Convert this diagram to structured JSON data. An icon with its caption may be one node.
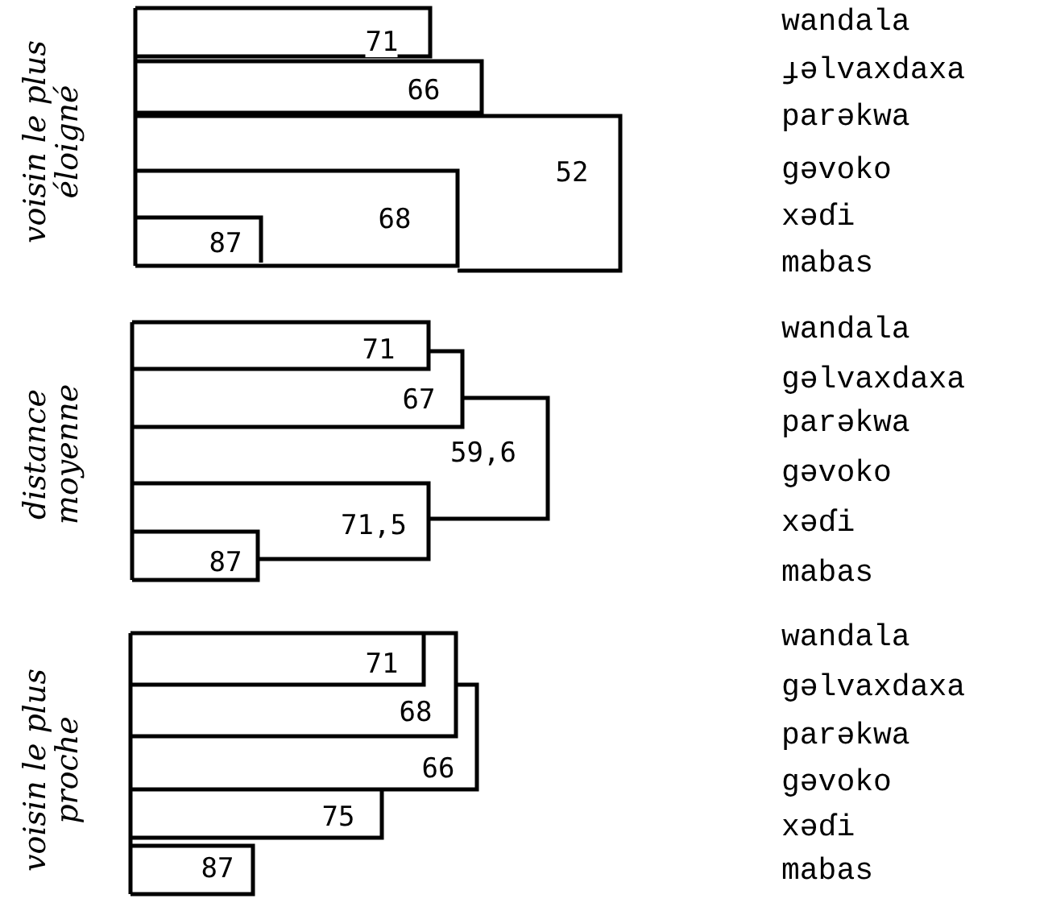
{
  "diagram": {
    "labels": [
      "voisin le plus éloigné",
      "71",
      "66",
      "52",
      "68",
      "87",
      "wandala",
      "ɟəlvaxdaxa",
      "parəkwa",
      "gəvoko",
      "xəɗi",
      "mabas",
      "distance moyenne",
      "71",
      "67",
      "59,6",
      "71,5",
      "87",
      "wandala",
      "gəlvaxdaxa",
      "parəkwa",
      "gəvoko",
      "xəɗi",
      "mabas",
      "voisin le plus proche",
      "71",
      "68",
      "66",
      "75",
      "87",
      "wandala",
      "gəlvaxdaxa",
      "parəkwa",
      "gəvoko",
      "xəɗi",
      "mabas"
    ]
  }
}
